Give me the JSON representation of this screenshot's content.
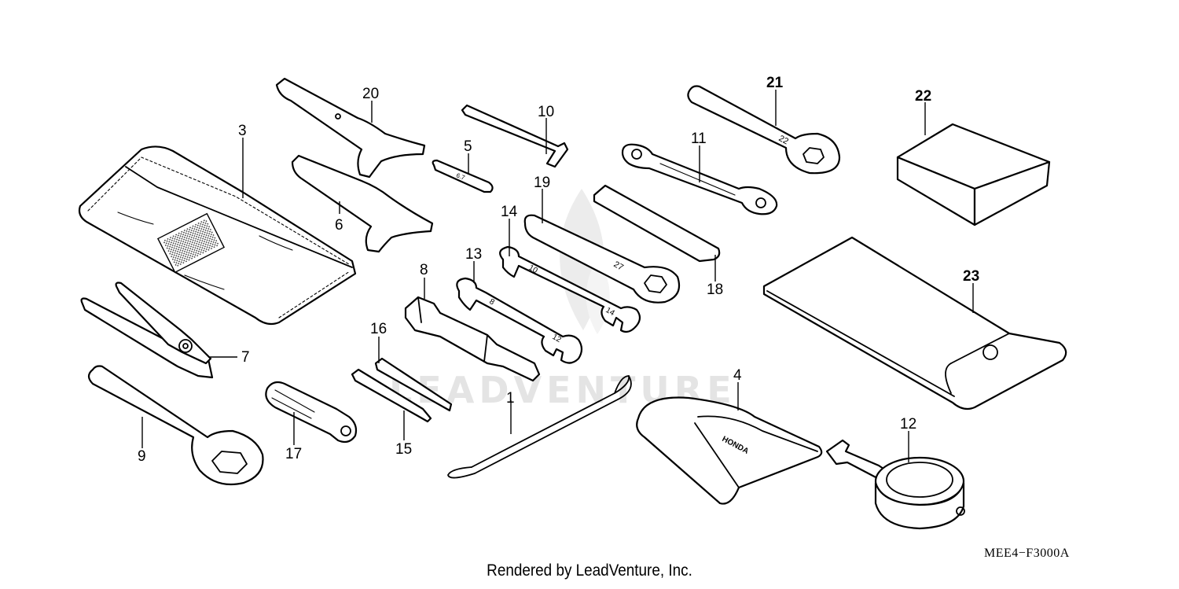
{
  "diagram": {
    "watermark": "LEADVENTURE",
    "diagram_code": "MEE4−F3000A",
    "footer": "Rendered by LeadVenture, Inc.",
    "callouts": {
      "c1": "1",
      "c3": "3",
      "c4": "4",
      "c5": "5",
      "c6": "6",
      "c7": "7",
      "c8": "8",
      "c9": "9",
      "c10": "10",
      "c11": "11",
      "c12": "12",
      "c13": "13",
      "c14": "14",
      "c15": "15",
      "c16": "16",
      "c17": "17",
      "c18": "18",
      "c19": "19",
      "c20": "20",
      "c21": "21",
      "c22": "22",
      "c23": "23"
    },
    "engravings": {
      "wrench_21": "22",
      "wrench_19": "27",
      "wrench_14_a": "10",
      "wrench_14_b": "14",
      "wrench_13_a": "8",
      "wrench_13_b": "12",
      "key_5": "6.7",
      "pouch_4": "HONDA"
    }
  }
}
